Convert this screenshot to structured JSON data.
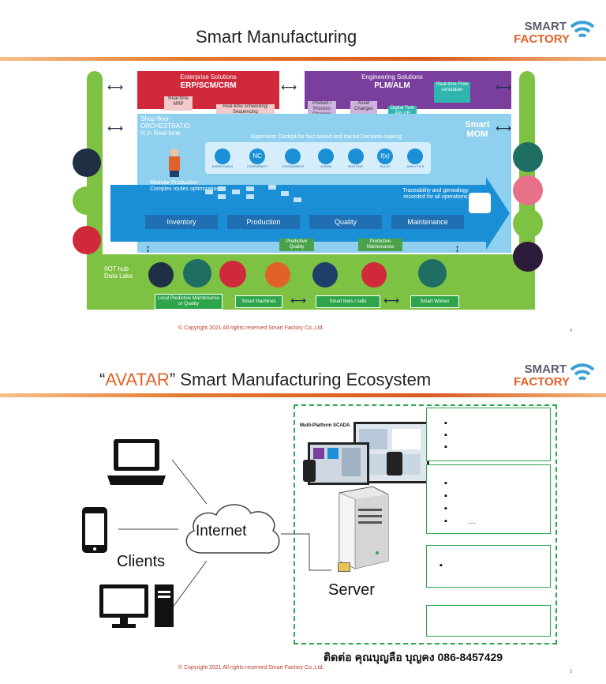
{
  "slide1": {
    "title": "Smart Manufacturing",
    "logo": {
      "line1": "SMART",
      "line2": "FACTORY"
    },
    "erp": {
      "heading": "Enterprise Solutions",
      "title": "ERP/SCM/CRM",
      "note1": "Real-time MRP",
      "note2": "Real-time scheduling/ Sequencing"
    },
    "plm": {
      "heading": "Engineering Solutions",
      "title": "PLM/ALM",
      "flow": "Real-time Flow simulation",
      "note1": "Product / Process Changes",
      "note2": "Asset Changes",
      "note3": "Digital Twin AR/ VR"
    },
    "shopfloor": "Shop floor ORCHESTRATIO N in Real-time",
    "mom": "Smart MOM",
    "cockpit": "Supervisor Cockpit for fact based and traced Decision-making",
    "icons": [
      "DISPATCHING",
      "CONFORMITY",
      "CONTAINMENT",
      "M BOM",
      "ROUTING",
      "RULES",
      "ANALYTICS"
    ],
    "modular": "Modular Production Complex routes optimization",
    "traceability": "Traceability and genealogy recorded for all operations",
    "tabs": [
      "Inventory",
      "Production",
      "Quality",
      "Maintenance"
    ],
    "predictive1": "Predictive Quality",
    "predictive2": "Predictive Maintenance",
    "iiot": "IIOT hub Data Lake",
    "bottom": [
      "Local Predictive Maintenance or Quality",
      "Smart Machines",
      "Smart lines / cells",
      "Smart Worker"
    ],
    "copyright": "© Copyright 2021 All rights reserved  Smart Factory Co.,Ltd.",
    "page": "4"
  },
  "slide2": {
    "title_q1": "“",
    "title_word": "AVATAR",
    "title_rest": "” Smart Manufacturing Ecosystem",
    "logo": {
      "line1": "SMART",
      "line2": "FACTORY"
    },
    "scada": "Multi-Platform SCADA",
    "internet": "Internet",
    "clients": "Clients",
    "server": "Server",
    "ellipsis": "…",
    "contact": "ติดต่อ คุณบุญลือ บุญคง 086-8457429",
    "copyright": "© Copyright 2021 All rights reserved  Smart Factory Co.,Ltd.",
    "page": "5"
  },
  "colors": {
    "green": "#7dc242",
    "blue": "#1a8fd6",
    "purple": "#7a3e9d",
    "red": "#d0293b",
    "orange": "#e0622a",
    "teal": "#1e6e63"
  }
}
